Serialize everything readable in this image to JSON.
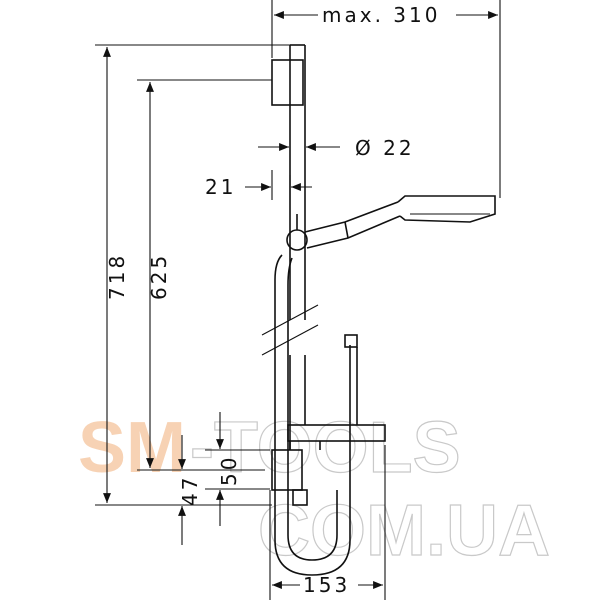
{
  "drawing": {
    "dimensions": {
      "max_reach": "max. 310",
      "rail_diameter": "Ø 22",
      "wall_offset": "21",
      "total_height": "718",
      "bracket_distance": "625",
      "bracket_height": "50",
      "lower_offset": "47",
      "hose_width": "153"
    },
    "watermark": {
      "brand": "SM",
      "brand_suffix": "-TOOLS",
      "domain": "COM.UA"
    },
    "colors": {
      "line": "#111111",
      "watermark_accent": "#f7d2b4"
    }
  }
}
